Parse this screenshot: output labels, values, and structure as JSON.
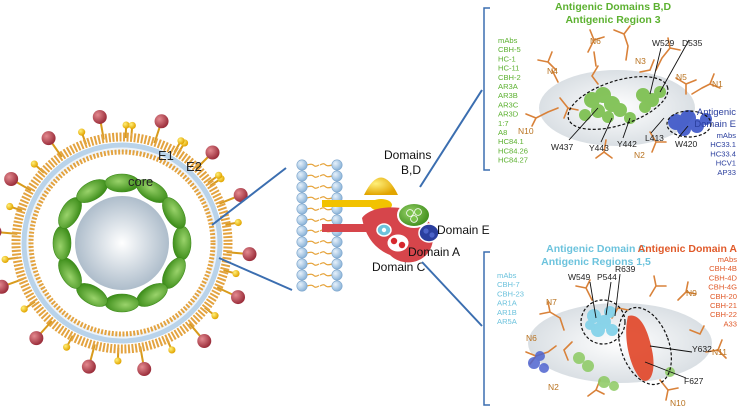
{
  "colors": {
    "green": "#5cb130",
    "blue": "#2b3f9e",
    "cyan": "#6cc3dd",
    "orange": "#e05a2a",
    "ligand": "#d9823a",
    "spike": "#b74452",
    "lipid_tail": "#e6a33a",
    "lipid_head": "#a9cbe8"
  },
  "virion": {
    "core_label": "core",
    "e1_label": "E1",
    "e2_label": "E2"
  },
  "center": {
    "domains_bd_line1": "Domains",
    "domains_bd_line2": "B,D",
    "domain_e": "Domain E",
    "domain_a": "Domain A",
    "domain_c": "Domain C"
  },
  "top_panel": {
    "title_line1": "Antigenic Domains B,D",
    "title_line2": "Antigenic Region 3",
    "mabs_left": [
      "mAbs",
      "CBH-5",
      "HC-1",
      "HC-11",
      "CBH-2",
      "AR3A",
      "AR3B",
      "AR3C",
      "AR3D",
      "1:7",
      "A8",
      "HC84.1",
      "HC84.26",
      "HC84.27"
    ],
    "domain_e_title1": "Antigenic",
    "domain_e_title2": "Domain E",
    "mabs_right": [
      "mAbs",
      "HC33.1",
      "HC33.4",
      "HCV1",
      "AP33"
    ],
    "glycans": [
      "N4",
      "N6",
      "N3",
      "N5",
      "N1",
      "N10",
      "N2"
    ],
    "residues": [
      "W529",
      "D535",
      "W437",
      "Y443",
      "Y442",
      "L413",
      "W420"
    ]
  },
  "bottom_panel": {
    "c_title1": "Antigenic Domain C",
    "c_title2": "Antigenic Regions 1,5",
    "a_title": "Antigenic Domain A",
    "mabs_left": [
      "mAbs",
      "CBH-7",
      "CBH-23",
      "AR1A",
      "AR1B",
      "AR5A"
    ],
    "mabs_right": [
      "mAbs",
      "CBH-4B",
      "CBH-4D",
      "CBH-4G",
      "CBH-20",
      "CBH-21",
      "CBH-22",
      "A33"
    ],
    "glycans": [
      "N7",
      "N9",
      "N6",
      "N11",
      "N2",
      "N10"
    ],
    "residues": [
      "W549",
      "P544",
      "R639",
      "Y632",
      "F627"
    ]
  }
}
